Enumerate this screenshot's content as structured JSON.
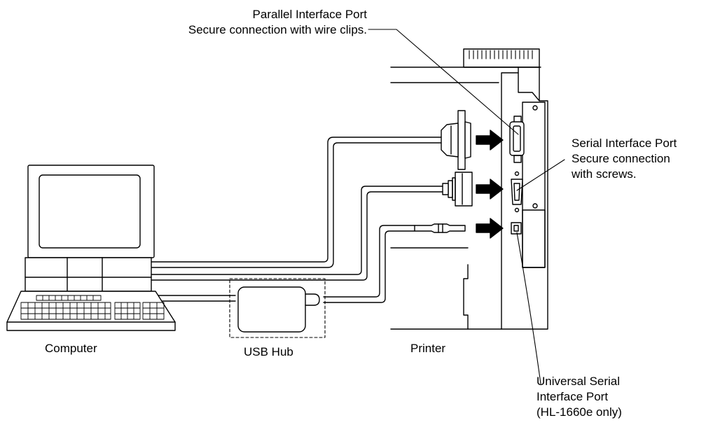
{
  "labels": {
    "parallel": {
      "line1": "Parallel Interface Port",
      "line2": "Secure connection with wire clips."
    },
    "serial": {
      "line1": "Serial Interface Port",
      "line2": "Secure connection",
      "line3": "with screws."
    },
    "usb": {
      "line1": "Universal Serial",
      "line2": "Interface Port",
      "line3": "(HL-1660e only)"
    },
    "computer": "Computer",
    "hub": "USB Hub",
    "printer": "Printer"
  }
}
